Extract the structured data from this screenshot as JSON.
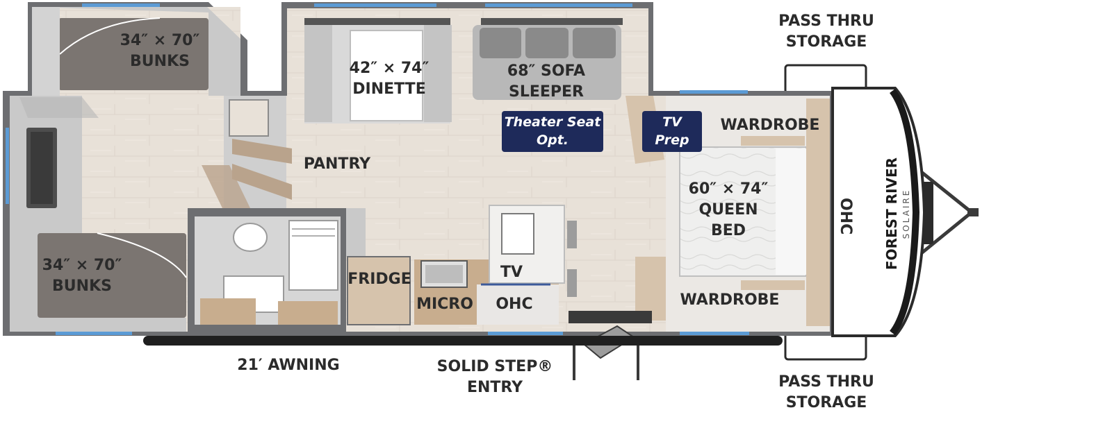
{
  "labels": {
    "bunks_top": [
      "34″ × 70″",
      "BUNKS"
    ],
    "bunks_bottom": [
      "34″ × 70″",
      "BUNKS"
    ],
    "dinette": [
      "42″ × 74″",
      "DINETTE"
    ],
    "sofa": [
      "68″ SOFA",
      "SLEEPER"
    ],
    "pantry": "PANTRY",
    "fridge": "FRIDGE",
    "micro": "MICRO",
    "ohc_kitchen": "OHC",
    "tv_kitchen": "TV",
    "wardrobe_top": "WARDROBE",
    "wardrobe_bottom": "WARDROBE",
    "queen_bed": [
      "60″ × 74″",
      "QUEEN",
      "BED"
    ],
    "ohc_front": "OHC",
    "awning": "21′ AWNING",
    "entry": [
      "SOLID STEP®",
      "ENTRY"
    ],
    "pass_thru_top": [
      "PASS THRU",
      "STORAGE"
    ],
    "pass_thru_bottom": [
      "PASS THRU",
      "STORAGE"
    ]
  },
  "badges": {
    "theater": [
      "Theater Seat",
      "Opt."
    ],
    "tv_prep": [
      "TV",
      "Prep"
    ]
  },
  "brand": {
    "name": "FOREST RIVER",
    "model": "SOLAIRE"
  },
  "colors": {
    "badge_navy": "#1e2a5a",
    "wall_gray": "#6d6e71",
    "floor_wood": "#e6dfd6",
    "bunk_mattress": "#7b7571",
    "window_blue": "#5b9bd5"
  }
}
